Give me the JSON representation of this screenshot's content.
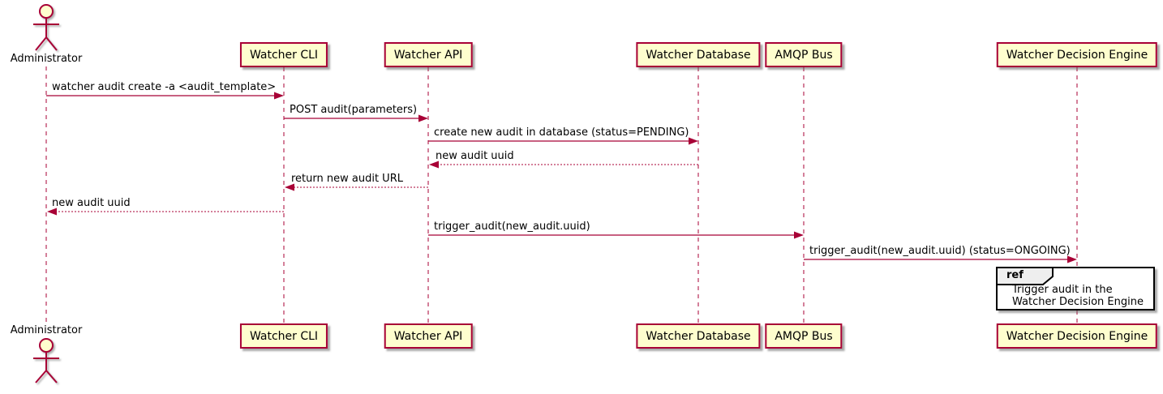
{
  "diagram_type": "uml-sequence",
  "actor": {
    "name": "Administrator"
  },
  "participants": [
    {
      "name": "Watcher CLI"
    },
    {
      "name": "Watcher API"
    },
    {
      "name": "Watcher Database"
    },
    {
      "name": "AMQP Bus"
    },
    {
      "name": "Watcher Decision Engine"
    }
  ],
  "messages": [
    {
      "from": "Administrator",
      "to": "Watcher CLI",
      "text": "watcher audit create -a <audit_template>",
      "line": "solid"
    },
    {
      "from": "Watcher CLI",
      "to": "Watcher API",
      "text": "POST audit(parameters)",
      "line": "solid"
    },
    {
      "from": "Watcher API",
      "to": "Watcher Database",
      "text": "create new audit in database (status=PENDING)",
      "line": "solid"
    },
    {
      "from": "Watcher Database",
      "to": "Watcher API",
      "text": "new audit uuid",
      "line": "dotted"
    },
    {
      "from": "Watcher API",
      "to": "Watcher CLI",
      "text": "return new audit URL",
      "line": "dotted"
    },
    {
      "from": "Watcher CLI",
      "to": "Administrator",
      "text": "new audit uuid",
      "line": "dotted"
    },
    {
      "from": "Watcher API",
      "to": "AMQP Bus",
      "text": "trigger_audit(new_audit.uuid)",
      "line": "solid"
    },
    {
      "from": "AMQP Bus",
      "to": "Watcher Decision Engine",
      "text": "trigger_audit(new_audit.uuid) (status=ONGOING)",
      "line": "solid"
    }
  ],
  "ref": {
    "keyword": "ref",
    "lines": [
      "Trigger audit in the",
      "Watcher Decision Engine"
    ],
    "over": "Watcher Decision Engine"
  },
  "colors": {
    "participant_fill": "#FEFECE",
    "stroke": "#A80036",
    "text": "#000000",
    "ref_header_fill": "#EEEEEE",
    "ref_border": "#000000",
    "background": "#FFFFFF"
  }
}
